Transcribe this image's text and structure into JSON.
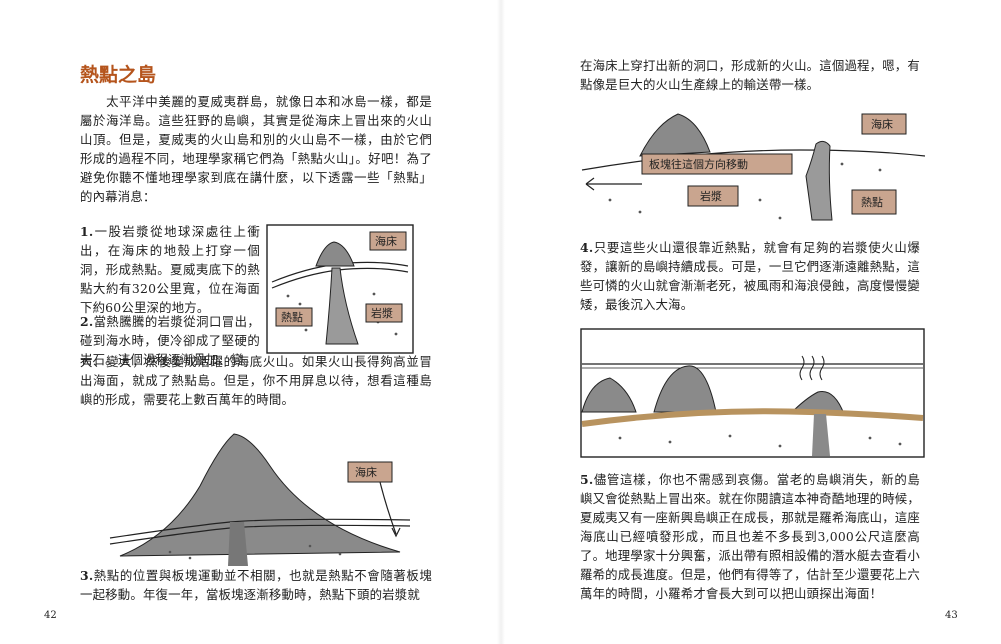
{
  "left_page": {
    "title": "熱點之島",
    "intro": "　　太平洋中美麗的夏威夷群島，就像日本和冰島一樣，都是屬於海洋島。這些狂野的島嶼，其實是從海床上冒出來的火山山頂。但是，夏威夷的火山島和別的火山島不一樣，由於它們形成的過程不同，地理學家稱它們為「熱點火山」。好吧！為了避免你聽不懂地理學家到底在講什麼，以下透露一些「熱點」的內幕消息：",
    "step1_num": "1.",
    "step1_text": "一股岩漿從地球深處往上衝出，在海床的地殼上打穿一個洞，形成熱點。夏威夷底下的熱點大約有320公里寬，位在海面下約60公里深的地方。",
    "step2_num": "2.",
    "step2_text_a": "當熱騰騰的岩漿從洞口冒出，碰到海水時，便冷卻成了堅硬的岩石。這個過程逐漸疊加、變",
    "step2_text_b": "大、變大，然後變成活躍的海底火山。如果火山長得夠高並冒出海面，就成了熱點島。但是，你不用屏息以待，想看這種島嶼的形成，需要花上數百萬年的時間。",
    "step3_num": "3.",
    "step3_text": "熱點的位置與板塊運動並不相關，也就是熱點不會隨著板塊一起移動。年復一年，當板塊逐漸移動時，熱點下頭的岩漿就",
    "page_number": "42",
    "fig1_labels": {
      "seabed": "海床",
      "hotspot": "熱點",
      "magma": "岩漿"
    },
    "fig2_labels": {
      "seabed": "海床"
    }
  },
  "right_page": {
    "top_text": "在海床上穿打出新的洞口，形成新的火山。這個過程，嗯，有點像是巨大的火山生產線上的輸送帶一樣。",
    "fig3_labels": {
      "seabed": "海床",
      "plate_direction": "板塊往這個方向移動",
      "magma": "岩漿",
      "hotspot": "熱點"
    },
    "step4_num": "4.",
    "step4_text": "只要這些火山還很靠近熱點，就會有足夠的岩漿使火山爆發，讓新的島嶼持續成長。可是，一旦它們逐漸遠離熱點，這些可憐的火山就會漸漸老死，被風雨和海浪侵蝕，高度慢慢變矮，最後沉入大海。",
    "step5_num": "5.",
    "step5_text": "儘管這樣，你也不需感到哀傷。當老的島嶼消失，新的島嶼又會從熱點上冒出來。就在你閱讀這本神奇酷地理的時候，夏威夷又有一座新興島嶼正在成長，那就是羅希海底山，這座海底山已經噴發形成，而且也差不多長到3,000公尺這麼高了。地理學家十分興奮，派出帶有照相設備的潛水艇去查看小羅希的成長進度。但是，他們有得等了，估計至少還要花上六萬年的時間，小羅希才會長大到可以把山頭探出海面！",
    "page_number": "43"
  },
  "colors": {
    "title": "#b5541c",
    "label_box": "#c9a58f",
    "rock": "#8a8a8a",
    "crust": "#c8a27a"
  }
}
